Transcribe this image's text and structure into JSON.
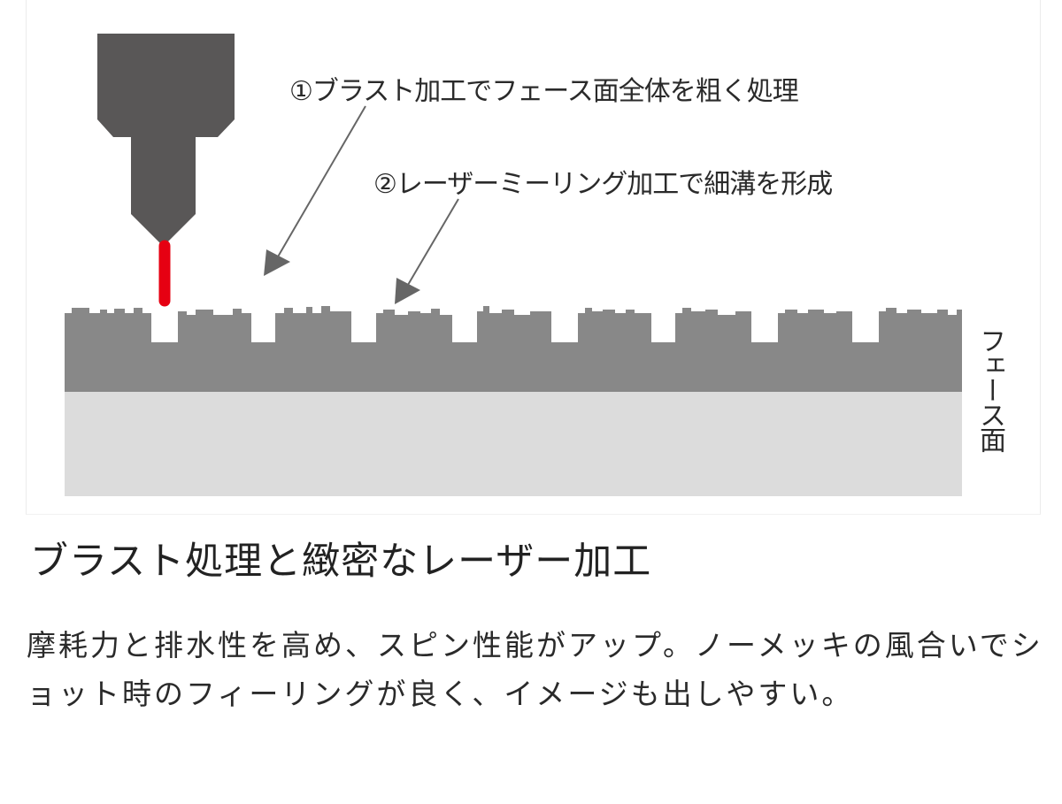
{
  "diagram": {
    "step1_label": "①ブラスト加工でフェース面全体を粗く処理",
    "step2_label": "②レーザーミーリング加工で細溝を形成",
    "surface_label": "フェース面",
    "colors": {
      "laser_head": "#595757",
      "laser_beam": "#e60012",
      "surface_top": "#888888",
      "surface_base": "#dcdcdc",
      "arrow": "#666666"
    },
    "groove_count": 8
  },
  "content": {
    "title": "ブラスト処理と緻密なレーザー加工",
    "description": "摩耗力と排水性を高め、スピン性能がアップ。ノーメッキの風合いでショット時のフィーリングが良く、イメージも出しやすい。"
  }
}
